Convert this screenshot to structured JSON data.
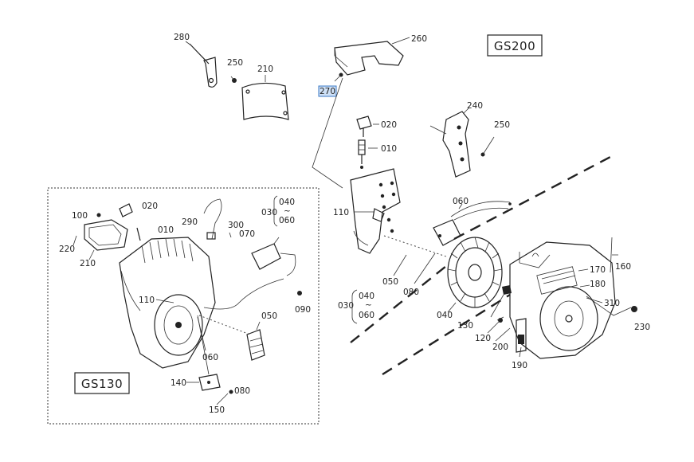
{
  "models": {
    "gs200": "GS200",
    "gs130": "GS130"
  },
  "callouts_gs200": {
    "c280": "280",
    "c250a": "250",
    "c210": "210",
    "c260": "260",
    "c270": "270",
    "c020": "020",
    "c010": "010",
    "c240": "240",
    "c250b": "250",
    "c110": "110",
    "c060": "060",
    "c050": "050",
    "c080": "080",
    "c040": "040",
    "c030": "030",
    "c040b": "040",
    "c060b": "060",
    "c170": "170",
    "c160": "160",
    "c180": "180",
    "c310": "310",
    "c230": "230",
    "c130": "130",
    "c120": "120",
    "c200": "200",
    "c190": "190"
  },
  "callouts_gs130": {
    "c100": "100",
    "c020": "020",
    "c010": "010",
    "c220": "220",
    "c210": "210",
    "c290": "290",
    "c300": "300",
    "c070": "070",
    "c040": "040",
    "c030": "030",
    "c060": "060",
    "c090": "090",
    "c110": "110",
    "c050": "050",
    "c060b": "060",
    "c140": "140",
    "c080": "080",
    "c150": "150"
  },
  "highlighted_callout": "270"
}
